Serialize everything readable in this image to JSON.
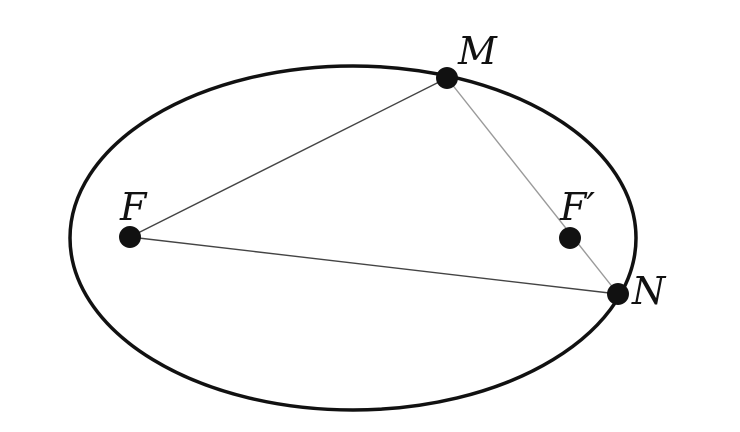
{
  "points": {
    "F": {
      "label": "F"
    },
    "F_prime": {
      "label": "F′"
    },
    "M": {
      "label": "M"
    },
    "N": {
      "label": "N"
    }
  },
  "colors": {
    "stroke": "#111111",
    "chord_dark": "#444444",
    "chord_light": "#9a9a9a",
    "background": "#ffffff"
  }
}
